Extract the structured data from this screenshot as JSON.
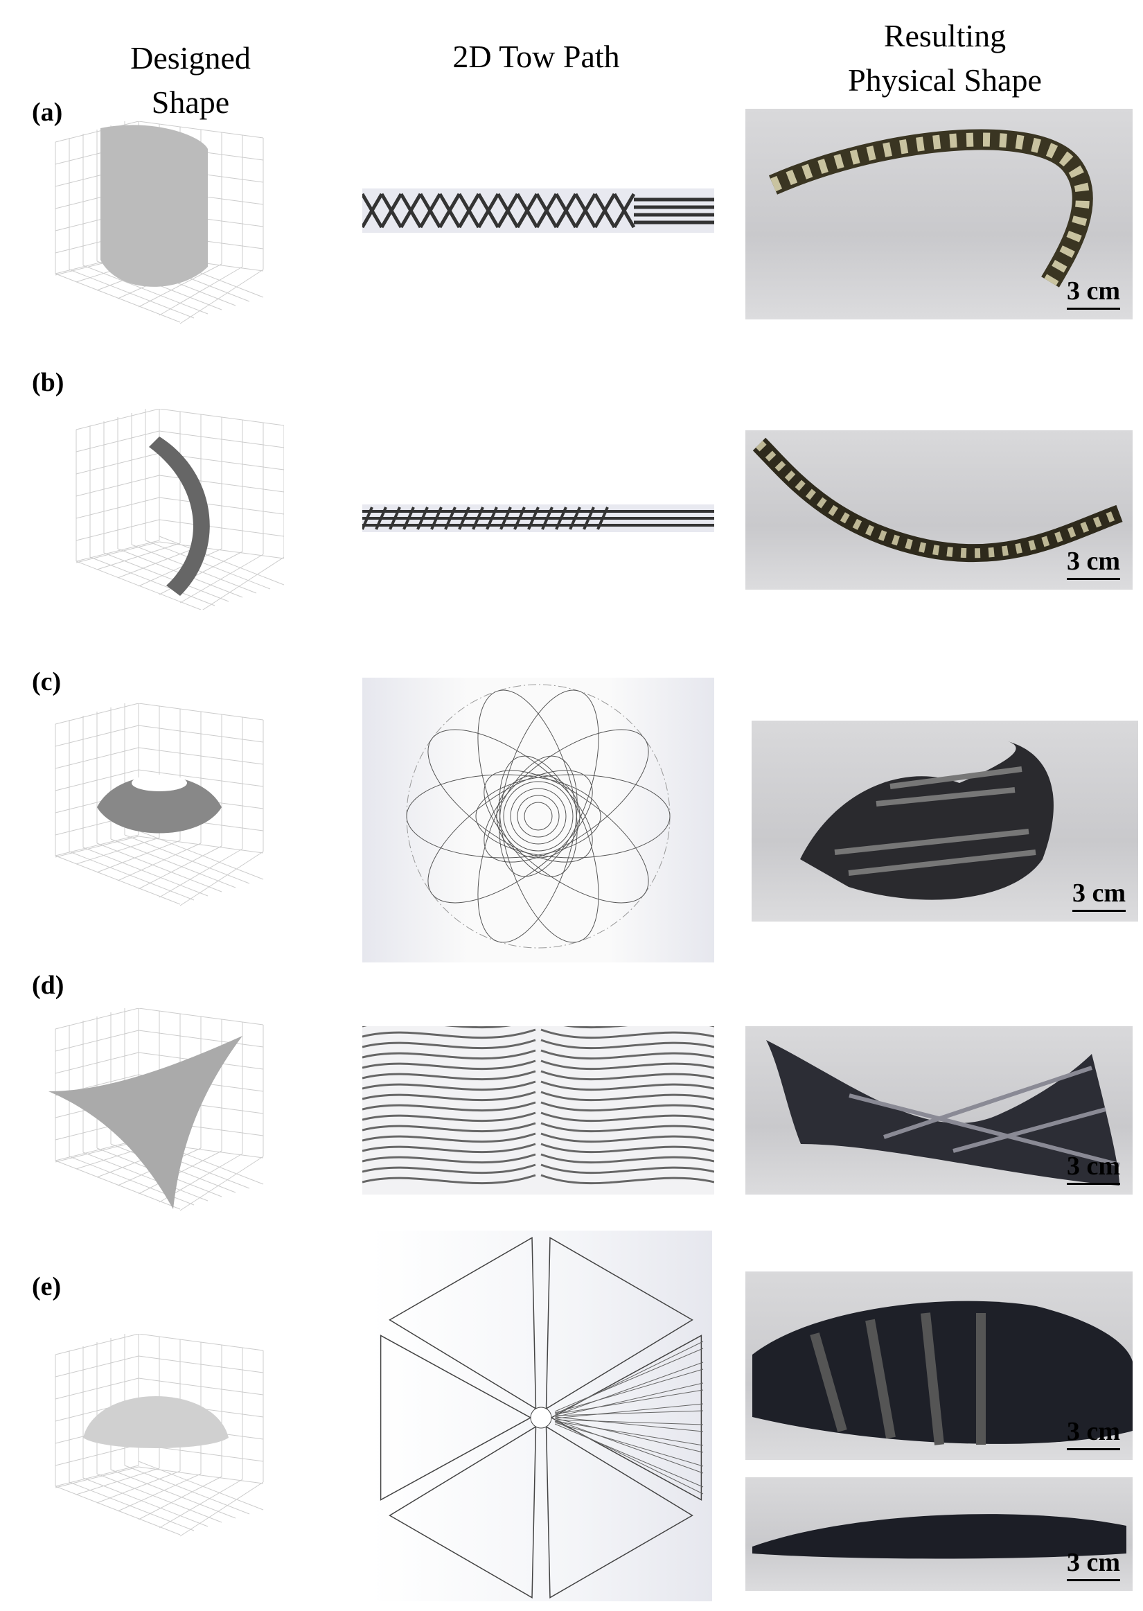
{
  "headers": {
    "designed": [
      "Designed",
      "Shape"
    ],
    "tow": "2D Tow Path",
    "physical": [
      "Resulting",
      "Physical Shape"
    ]
  },
  "rows": [
    {
      "label": "(a)",
      "scale": [
        "3 cm"
      ]
    },
    {
      "label": "(b)",
      "scale": [
        "3 cm"
      ]
    },
    {
      "label": "(c)",
      "scale": [
        "3 cm"
      ]
    },
    {
      "label": "(d)",
      "scale": [
        "3 cm"
      ]
    },
    {
      "label": "(e)",
      "scale": [
        "3 cm",
        "3 cm"
      ]
    }
  ]
}
